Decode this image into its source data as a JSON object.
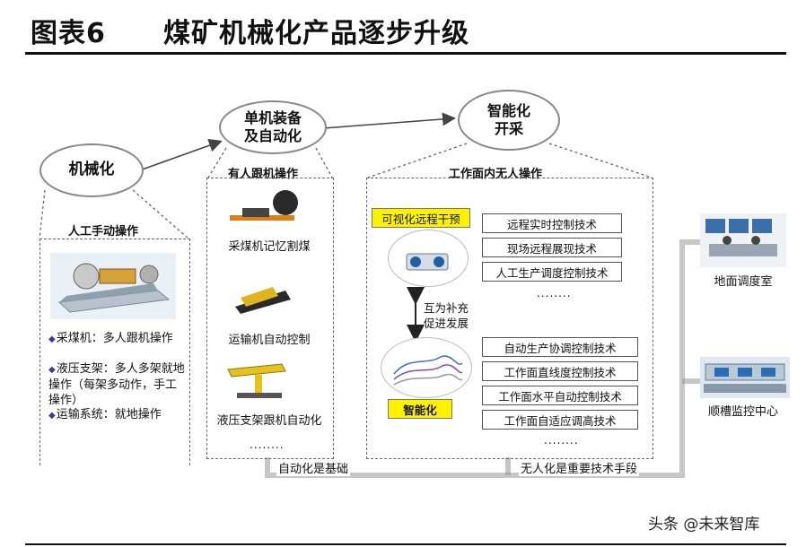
{
  "header": {
    "figure_label": "图表6",
    "title": "煤矿机械化产品逐步升级"
  },
  "stages": {
    "mechanization": "机械化",
    "single_machine": [
      "单机装备",
      "及自动化"
    ],
    "intelligent": [
      "智能化",
      "开采"
    ]
  },
  "panels": {
    "manual": {
      "label": "人工手动操作",
      "bullets": [
        "采煤机：多人跟机操作",
        "液压支架：多人多架就地操作（每架多动作，手工操作）",
        "运输系统：就地操作"
      ]
    },
    "manned": {
      "label": "有人跟机操作",
      "items": [
        "采煤机记忆割煤",
        "运输机自动控制",
        "液压支架跟机自动化"
      ],
      "ellipsis": "........"
    },
    "unmanned": {
      "label": "工作面内无人操作",
      "visual_label": "可视化远程干预",
      "intel_label": "智能化",
      "complement": [
        "互为补充",
        "促进发展"
      ],
      "tech_top": [
        "远程实时控制技术",
        "现场远程展现技术",
        "人工生产调度控制技术"
      ],
      "tech_bottom": [
        "自动生产协调控制技术",
        "工作面直线度控制技术",
        "工作面水平自动控制技术",
        "工作面自适应调高技术"
      ],
      "ellipsis": "........"
    }
  },
  "right": {
    "dispatch": "地面调度室",
    "monitor": "顺槽监控中心"
  },
  "bottom": {
    "left_label": "自动化是基础",
    "right_label": "无人化是重要技术手段"
  },
  "footer": {
    "watermark": "头条 @未来智库"
  },
  "colors": {
    "highlight": "#fff200",
    "accent": "#3a3aa0"
  }
}
